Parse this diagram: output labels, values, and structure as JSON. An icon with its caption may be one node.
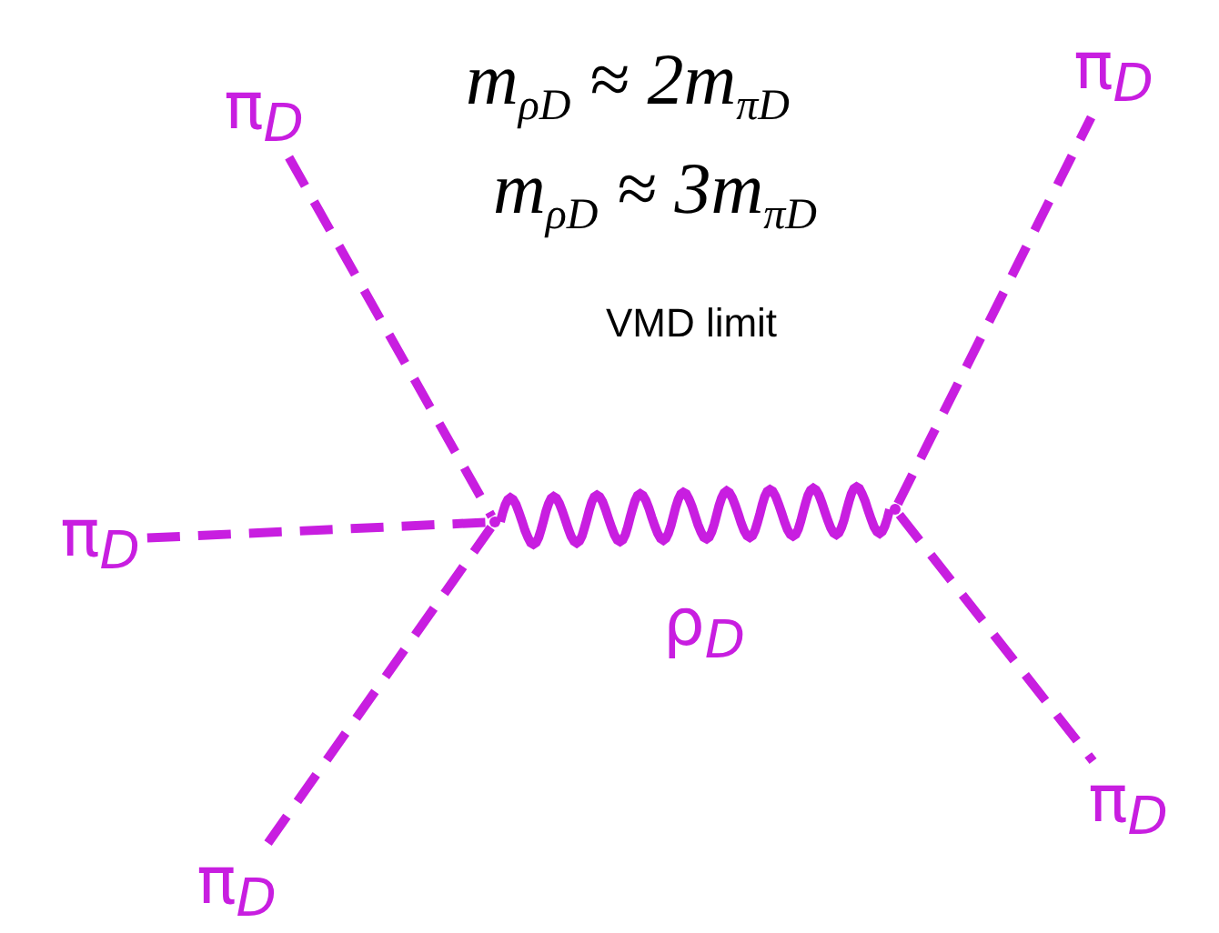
{
  "diagram": {
    "nodes": [
      {
        "text": [
          "π$_{D}$"
        ]
      },
      {
        "text": [
          "π$_{D}$"
        ]
      },
      {
        "text": [
          "π$_{D}$"
        ]
      },
      {
        "text": [
          "π$_{D}$"
        ]
      },
      {
        "text": [
          "π$_{D}$"
        ]
      },
      {
        "text": [],
        "shape": "point"
      },
      {
        "text": [],
        "shape": "point"
      }
    ],
    "edges": [
      {
        "from": 0,
        "to": 5,
        "arrow": "none",
        "style": "dashed"
      },
      {
        "from": 2,
        "to": 5,
        "arrow": "none",
        "style": "dashed"
      },
      {
        "from": 3,
        "to": 5,
        "arrow": "none",
        "style": "dashed"
      },
      {
        "from": 5,
        "to": 6,
        "arrow": "none",
        "label": "ρ$_{D}$"
      },
      {
        "from": 6,
        "to": 1,
        "arrow": "none",
        "style": "dashed"
      },
      {
        "from": 6,
        "to": 4,
        "arrow": "none",
        "style": "dashed"
      }
    ],
    "labels": [
      "m$_{ρD}$ ≈ 2m$_{πD}$",
      "m$_{ρD}$ ≈ 3m$_{πD}$",
      "VMD limit"
    ]
  }
}
